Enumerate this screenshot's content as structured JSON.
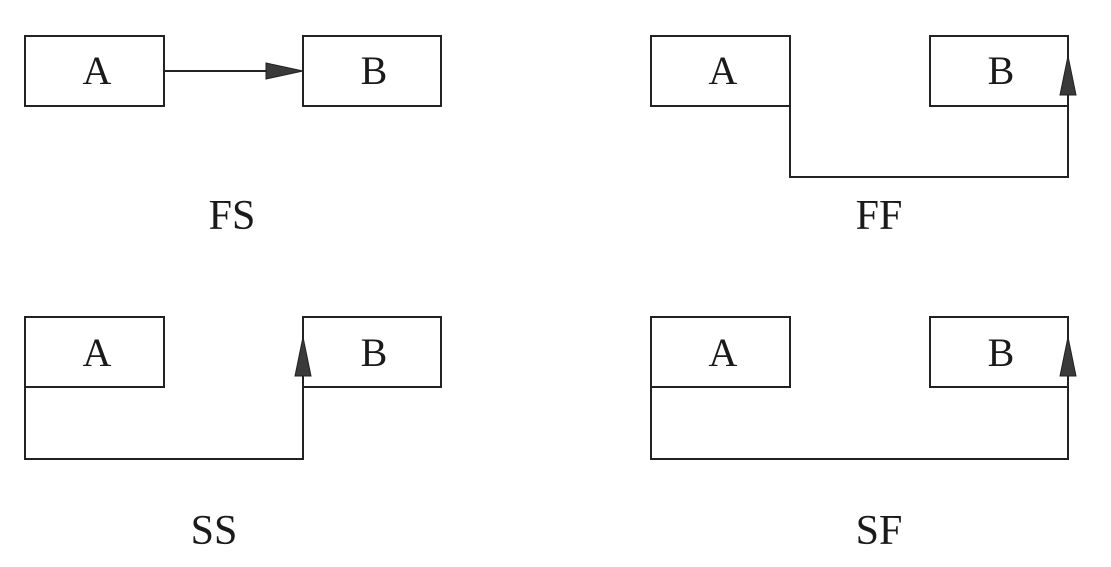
{
  "diagrams": {
    "fs": {
      "box_a": "A",
      "box_b": "B",
      "caption": "FS"
    },
    "ff": {
      "box_a": "A",
      "box_b": "B",
      "caption": "FF"
    },
    "ss": {
      "box_a": "A",
      "box_b": "B",
      "caption": "SS"
    },
    "sf": {
      "box_a": "A",
      "box_b": "B",
      "caption": "SF"
    }
  },
  "colors": {
    "line": "#222222",
    "arrowhead": "#3a3a3a",
    "background": "#ffffff"
  }
}
